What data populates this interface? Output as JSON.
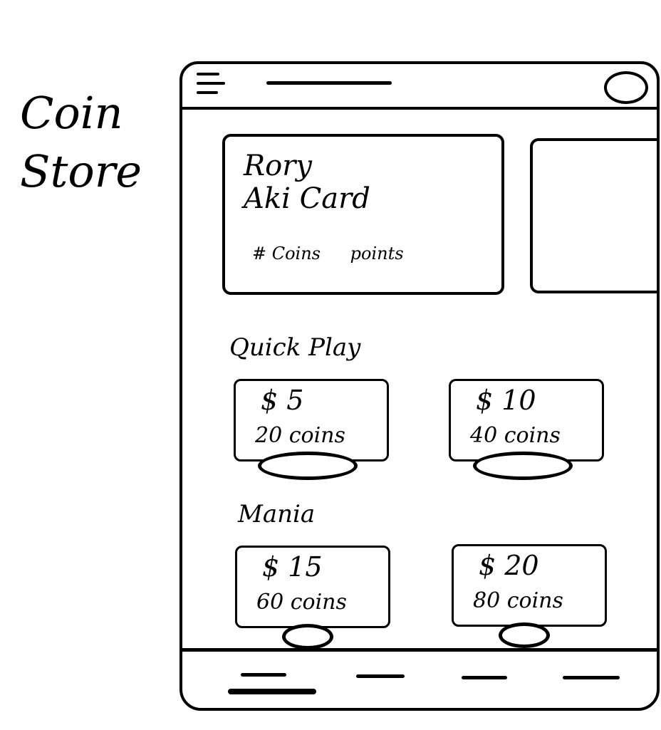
{
  "page_title": [
    "Coin",
    "Store"
  ],
  "balance_card": {
    "name_lines": [
      "Rory",
      "Aki Card"
    ],
    "coins_label": "# Coins",
    "points_label": "points"
  },
  "sections": {
    "quick_play": "Quick Play",
    "mania": "Mania"
  },
  "packs": [
    {
      "price": "$ 5",
      "coins": "20 coins"
    },
    {
      "price": "$ 10",
      "coins": "40 coins"
    },
    {
      "price": "$ 15",
      "coins": "60 coins"
    },
    {
      "price": "$ 20",
      "coins": "80 coins"
    }
  ],
  "icons": {
    "menu": "hamburger-menu-icon",
    "profile": "avatar-circle-icon"
  },
  "colors": {
    "ink": "#000000",
    "paper": "#ffffff"
  }
}
